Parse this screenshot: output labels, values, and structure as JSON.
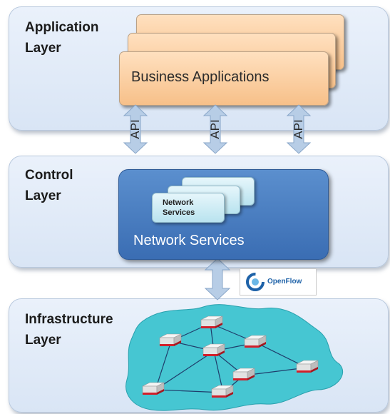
{
  "layers": {
    "application": {
      "title": "Application\nLayer"
    },
    "control": {
      "title": "Control\nLayer"
    },
    "infrastructure": {
      "title": "Infrastructure\nLayer"
    }
  },
  "business_apps": {
    "label": "Business Applications"
  },
  "api_labels": [
    "API",
    "API",
    "API"
  ],
  "network_services": {
    "main_label": "Network Services",
    "card_label": "Network\nServices"
  },
  "openflow": {
    "label": "OpenFlow"
  },
  "colors": {
    "layer_bg": "#dde8f6",
    "business_card": "#f9c995",
    "network_services_box": "#4a7ec2",
    "network_cloud": "#46c6d2",
    "switch_accent": "#d21f2a"
  }
}
